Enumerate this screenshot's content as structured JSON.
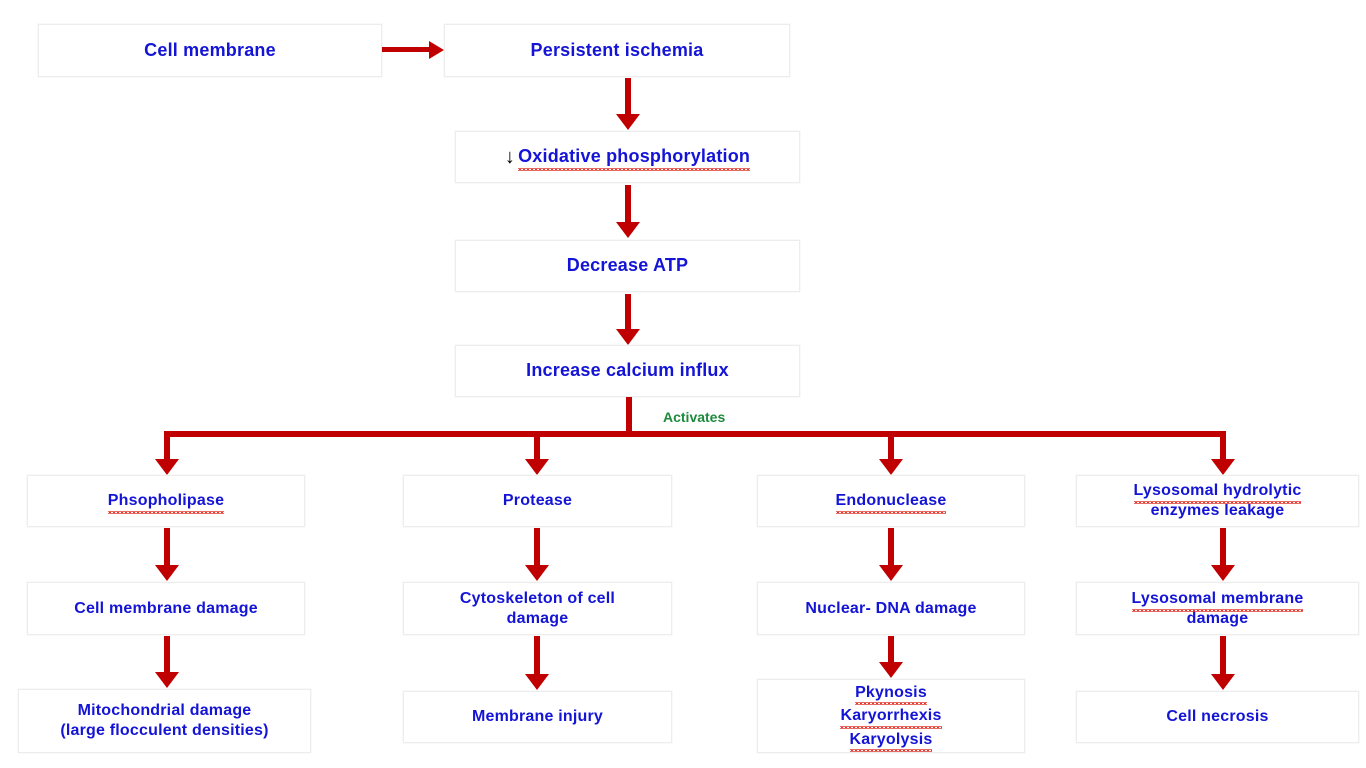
{
  "diagram": {
    "title": "Ischemic cell injury pathway flowchart",
    "colors": {
      "node_text": "#1414D6",
      "arrow": "#C00000",
      "annotation": "#1E8A3C",
      "box_border": "#EDEDED",
      "background": "#FFFFFF",
      "spellcheck_underline": "#E03A2F"
    },
    "nodes": {
      "cell_membrane": "Cell membrane",
      "persistent_ischemia": "Persistent ischemia",
      "oxidative_phosphorylation_arrow": "↓",
      "oxidative_phosphorylation": "Oxidative phosphorylation",
      "decrease_atp": "Decrease ATP",
      "increase_calcium_influx": "Increase calcium influx",
      "phospholipase": "Phsopholipase",
      "protease": "Protease",
      "endonuclease": "Endonuclease",
      "lysosomal_enzymes_line1": "Lysosomal hydrolytic",
      "lysosomal_enzymes_line2": "enzymes leakage",
      "cell_membrane_damage": "Cell membrane  damage",
      "cytoskeleton_line1": "Cytoskeleton of cell",
      "cytoskeleton_line2": "damage",
      "nuclear_dna_damage": "Nuclear- DNA damage",
      "lysosomal_membrane_line1": "Lysosomal membrane",
      "lysosomal_membrane_line2": "damage",
      "mitochondrial_line1": "Mitochondrial damage",
      "mitochondrial_line2": "(large flocculent densities)",
      "membrane_injury": "Membrane injury",
      "pkynosis": "Pkynosis",
      "karyorrhexis": "Karyorrhexis",
      "karyolysis": "Karyolysis",
      "cell_necrosis": "Cell necrosis"
    },
    "annotations": {
      "activates": "Activates"
    }
  }
}
